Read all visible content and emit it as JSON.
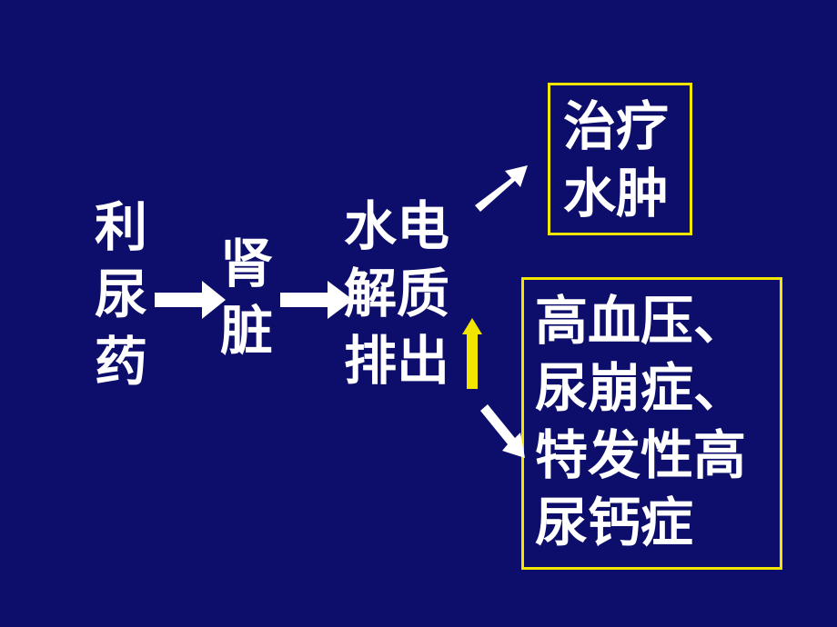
{
  "nodes": {
    "diuretic": "利\n尿\n药",
    "kidney": "肾\n脏",
    "electrolyte": "水电\n解质\n排出",
    "treat_edema": "治疗\n水肿",
    "conditions": "高血压、\n尿崩症、\n特发性高\n尿钙症"
  },
  "colors": {
    "background": "#0d0d6b",
    "text": "#ffffff",
    "box_border": "#f2e600",
    "arrow": "#ffffff",
    "up_arrow": "#f2e600"
  }
}
